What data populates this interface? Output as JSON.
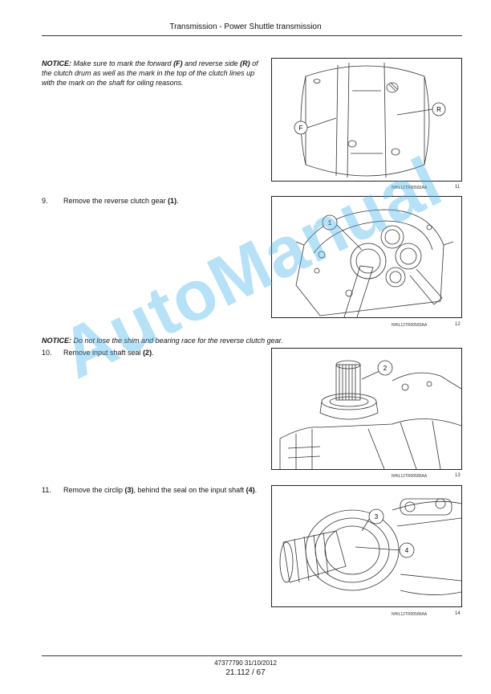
{
  "header": {
    "title": "Transmission - Power Shuttle transmission"
  },
  "sections": [
    {
      "notice_label": "NOTICE:",
      "parts": [
        "Make sure to mark the forward ",
        "(F)",
        " and reverse side ",
        "(R)",
        " of the clutch drum as well as the mark in the top of the clutch lines up with the mark on the shaft for oiling reasons."
      ]
    },
    {
      "number": "9.",
      "parts": [
        "Remove the reverse clutch gear ",
        "(1)",
        "."
      ]
    },
    {
      "notice_label": "NOTICE:",
      "text": "Do not lose the shim and bearing race for the reverse clutch gear."
    },
    {
      "number": "10.",
      "parts": [
        "Remove input shaft seal ",
        "(2)",
        "."
      ]
    },
    {
      "number": "11.",
      "parts": [
        "Remove the circlip ",
        "(3)",
        ", behind the seal on the input shaft ",
        "(4)",
        "."
      ]
    }
  ],
  "figures": [
    {
      "caption": "NHIL12TR00582AA",
      "number": "11",
      "callouts": [
        "F",
        "R"
      ]
    },
    {
      "caption": "NHIL12TR00583AA",
      "number": "12",
      "callouts": [
        "1"
      ]
    },
    {
      "caption": "NHIL12TR00585AA",
      "number": "13",
      "callouts": [
        "2"
      ]
    },
    {
      "caption": "NHIL12TR00586AA",
      "number": "14",
      "callouts": [
        "3",
        "4"
      ]
    }
  ],
  "watermark": "AutoManual",
  "footer": {
    "doc_ref": "47377790 31/10/2012",
    "page": "21.112 / 67"
  }
}
